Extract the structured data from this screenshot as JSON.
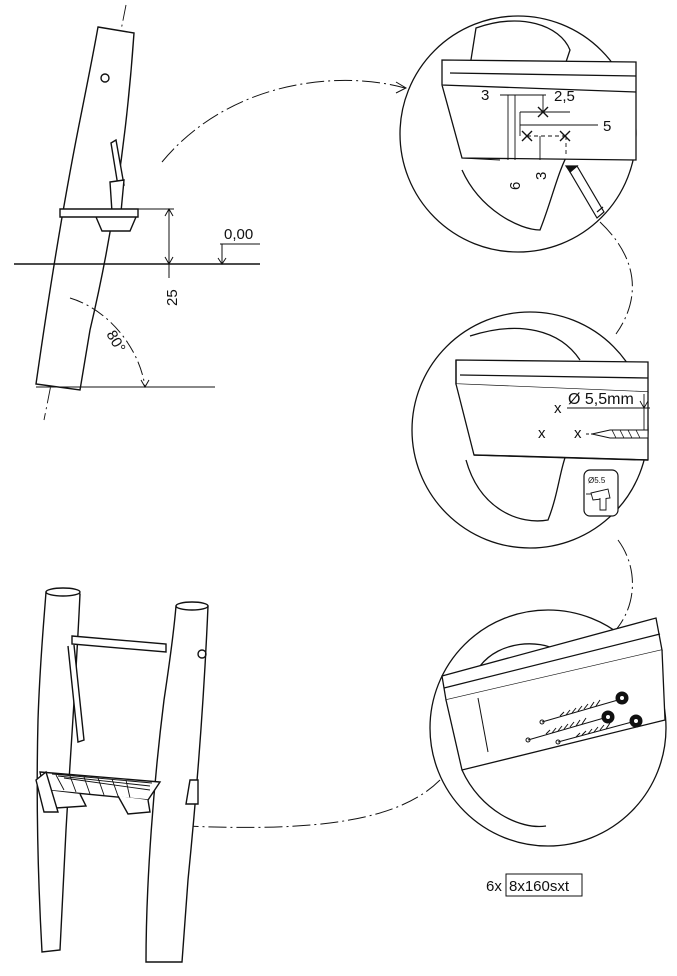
{
  "side_view": {
    "level_label": "0,00",
    "height_label": "25",
    "angle_label": "80°"
  },
  "detail_marking": {
    "dim_3_top": "3",
    "dim_2_5": "2,5",
    "dim_5": "5",
    "dim_6": "6",
    "dim_3_side": "3"
  },
  "detail_drilling": {
    "mark_1": "x",
    "mark_2": "x",
    "mark_3": "x",
    "diameter_label": "Ø 5,5mm",
    "drill_badge_label": "Ø5.5"
  },
  "detail_screws": {
    "quantity": "6x",
    "screw_code": "8x160sxt"
  },
  "colors": {
    "line": "#111111",
    "background": "#ffffff"
  },
  "icons": [
    "pencil-icon",
    "drill-icon",
    "screw-icon"
  ]
}
